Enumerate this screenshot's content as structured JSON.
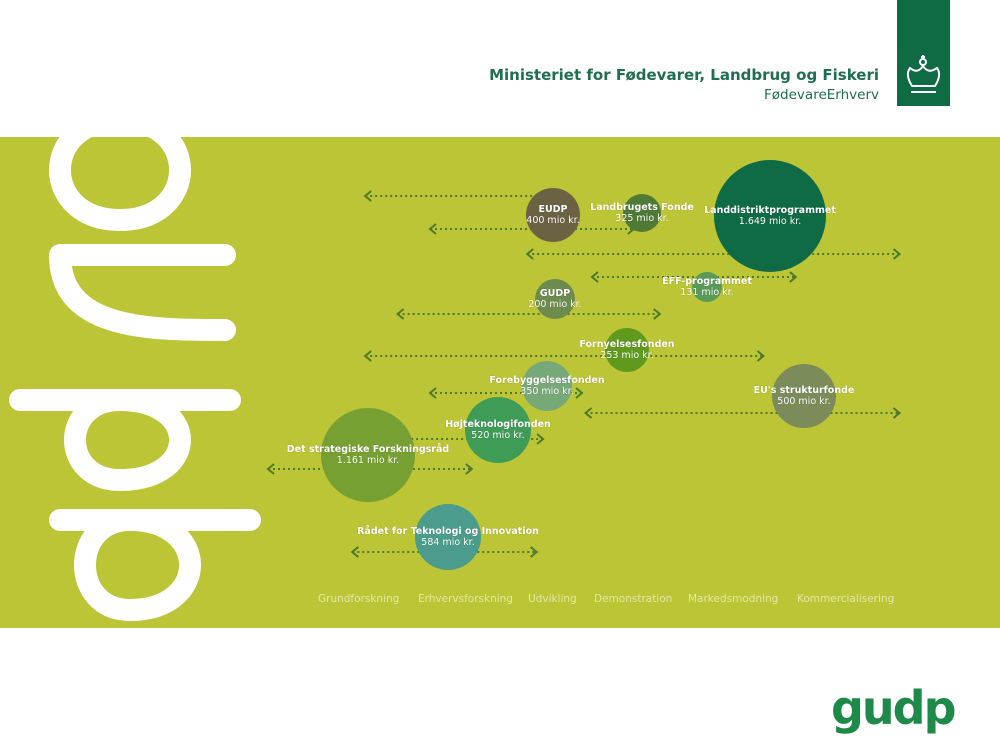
{
  "header": {
    "ministry_name": "Ministeriet for Fødevarer, Landbrug og Fiskeri",
    "agency_name": "FødevareErhverv"
  },
  "logo": {
    "text": "gudp"
  },
  "colors": {
    "band": "#bcc536",
    "brand_green": "#1e6e4f",
    "crest_bg": "#0e6b44",
    "arrow": "#4b7a2b"
  },
  "icons": {
    "crest": "crown-icon",
    "watermark": "dpn6-watermark"
  },
  "stages": [
    "Grundforskning",
    "Erhvervsforskning",
    "Udvikling",
    "Demonstration",
    "Markedsmodning",
    "Kommercialisering"
  ],
  "programmes": [
    {
      "name": "EUDP",
      "amount": "400 mio kr.",
      "color": "#6a6243",
      "reach": [
        0.15,
        0.45
      ]
    },
    {
      "name": "Landbrugets Fonde",
      "amount": "325 mio kr.",
      "color": "#4e7a36",
      "reach": [
        0.25,
        0.58
      ]
    },
    {
      "name": "Landdistriktprogrammet",
      "amount": "1.649 mio kr.",
      "color": "#0f6b45",
      "reach": [
        0.4,
        0.99
      ]
    },
    {
      "name": "EFF-programmet",
      "amount": "131 mio kr.",
      "color": "#5a9a58",
      "reach": [
        0.5,
        0.83
      ]
    },
    {
      "name": "GUDP",
      "amount": "200 mio kr.",
      "color": "#6d8b4d",
      "reach": [
        0.2,
        0.62
      ]
    },
    {
      "name": "Fornyelsesfonden",
      "amount": "253 mio kr.",
      "color": "#5f9a1c",
      "reach": [
        0.15,
        0.78
      ]
    },
    {
      "name": "Forebyggelsesfonden",
      "amount": "350 mio kr.",
      "color": "#77a878",
      "reach": [
        0.25,
        0.5
      ]
    },
    {
      "name": "EU's strukturfonde",
      "amount": "500 mio kr.",
      "color": "#7c8b5a",
      "reach": [
        0.49,
        0.99
      ]
    },
    {
      "name": "Højteknologifonden",
      "amount": "520 mio kr.",
      "color": "#3f9c57",
      "reach": [
        0.19,
        0.44
      ]
    },
    {
      "name": "Det strategiske Forskningsråd",
      "amount": "1.161 mio kr.",
      "color": "#76a132",
      "reach": [
        0.0,
        0.33
      ]
    },
    {
      "name": "Rådet for Teknologi og Innovation",
      "amount": "584 mio kr.",
      "color": "#4b9c8c",
      "reach": [
        0.13,
        0.43
      ]
    }
  ]
}
